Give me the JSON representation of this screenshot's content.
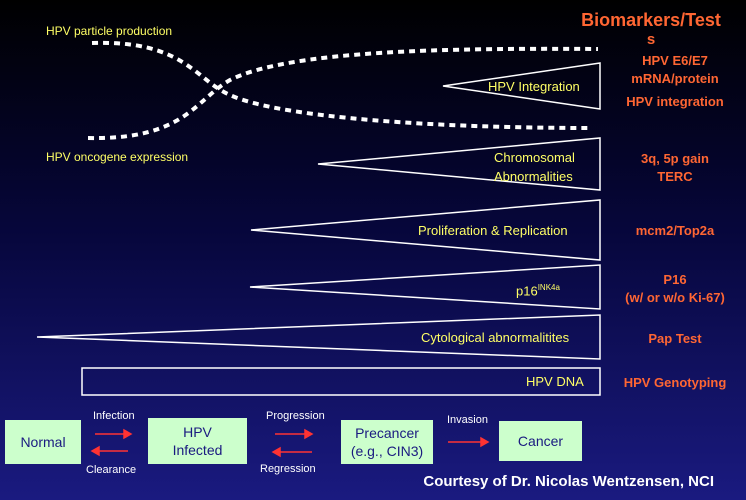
{
  "header": {
    "title_line1": "Biomarkers/Test",
    "title_line2": "s"
  },
  "curves": {
    "particle_label": "HPV particle production",
    "oncogene_label": "HPV oncogene expression"
  },
  "stages": [
    {
      "label": "HPV Integration",
      "biomarker": [
        "HPV E6/E7",
        "mRNA/protein",
        "HPV integration"
      ]
    },
    {
      "label": [
        "Chromosomal",
        "Abnormalities"
      ],
      "biomarker": [
        "3q, 5p gain",
        "TERC"
      ]
    },
    {
      "label": "Proliferation & Replication",
      "biomarker": [
        "mcm2/Top2a"
      ]
    },
    {
      "label": "p16",
      "label_sup": "INK4a",
      "biomarker": [
        "P16",
        "(w/ or w/o Ki-67)"
      ]
    },
    {
      "label": "Cytological abnormalitites",
      "biomarker": [
        "Pap Test"
      ]
    },
    {
      "label": "HPV DNA",
      "biomarker": [
        "HPV Genotyping"
      ]
    }
  ],
  "progression": {
    "boxes": [
      "Normal",
      "HPV",
      "Infected",
      "Precancer",
      "(e.g., CIN3)",
      "Cancer"
    ],
    "arrows": {
      "infection": "Infection",
      "clearance": "Clearance",
      "progression": "Progression",
      "regression": "Regression",
      "invasion": "Invasion"
    }
  },
  "credit": "Courtesy of Dr. Nicolas Wentzensen, NCI",
  "colors": {
    "label_yellow": "#ffff66",
    "biomarker_orange": "#ff6633",
    "box_fill": "#ccffcc",
    "box_text": "#1a1a80",
    "arrow_red": "#ff3333"
  }
}
